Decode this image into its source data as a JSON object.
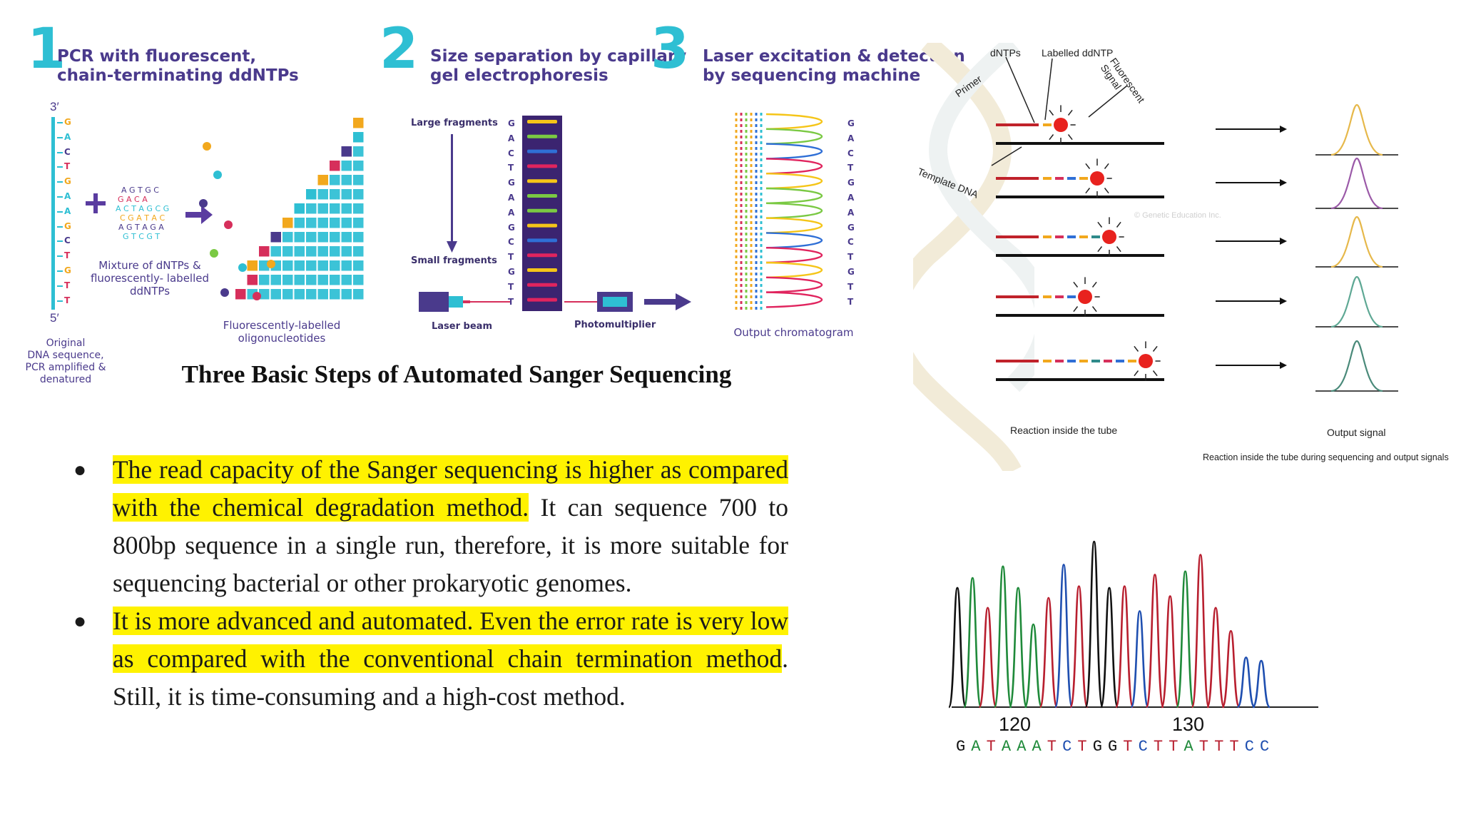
{
  "steps": [
    {
      "number": "1",
      "title_l1": "PCR with fluorescent,",
      "title_l2": "chain-terminating ddNTPs"
    },
    {
      "number": "2",
      "title_l1": "Size separation by capillary",
      "title_l2": "gel electrophoresis"
    },
    {
      "number": "3",
      "title_l1": "Laser excitation & detection",
      "title_l2": "by sequencing machine"
    }
  ],
  "step1": {
    "three_prime": "3′",
    "five_prime": "5′",
    "strand_letters": [
      "G",
      "A",
      "C",
      "T",
      "G",
      "A",
      "A",
      "G",
      "C",
      "T",
      "G",
      "T",
      "T"
    ],
    "original_caption": [
      "Original",
      "DNA sequence,",
      "PCR amplified &",
      "denatured"
    ],
    "mixture_caption": [
      "Mixture of dNTPs &",
      "fluorescently- labelled",
      "ddNTPs"
    ],
    "labelled_caption": [
      "Fluorescently-labelled",
      "oligonucleotides"
    ]
  },
  "step2": {
    "large_fragments": "Large fragments",
    "small_fragments": "Small fragments",
    "gel_letters": [
      "G",
      "A",
      "C",
      "T",
      "G",
      "A",
      "A",
      "G",
      "C",
      "T",
      "G",
      "T",
      "T"
    ],
    "laser_beam": "Laser beam",
    "photomultiplier": "Photomultiplier"
  },
  "step3": {
    "chromatogram_letters": [
      "G",
      "A",
      "C",
      "T",
      "G",
      "A",
      "A",
      "G",
      "C",
      "T",
      "G",
      "T",
      "T"
    ],
    "output_chromatogram": "Output chromatogram"
  },
  "main_title": "Three Basic Steps of Automated Sanger Sequencing",
  "bullets": [
    {
      "highlight": "The read capacity of the Sanger sequencing is higher as compared with the chemical degradation method.",
      "rest": " It can sequence 700 to 800bp sequence in a single run, therefore, it is more suitable for sequencing bacterial or other prokaryotic genomes."
    },
    {
      "highlight": "It is more advanced and automated. Even the error rate is very low as compared with the conventional chain termination method",
      "rest": ". Still, it is time-consuming and a high-cost method."
    }
  ],
  "reaction": {
    "dntps": "dNTPs",
    "labelled_ddntp": "Labelled ddNTP",
    "fluorescent_signal": "Fluorescent Signal",
    "primer": "Primer",
    "template_dna": "Template DNA",
    "watermark": "© Genetic Education Inc.",
    "reaction_inside": "Reaction inside the tube",
    "output_signal": "Output signal",
    "caption": "Reaction inside the tube during sequencing and output signals",
    "peak_colors": [
      "#e6b84a",
      "#9b5aa8",
      "#e6b84a",
      "#5ea894",
      "#4a8a7a"
    ]
  },
  "trace": {
    "tick_120": "120",
    "tick_130": "130",
    "sequence": "GAT AAAT CT GG TCTT ATT T CC",
    "colors": {
      "A": "#1f8a3a",
      "C": "#1f4fb0",
      "G": "#111111",
      "T": "#b81f2f"
    }
  }
}
